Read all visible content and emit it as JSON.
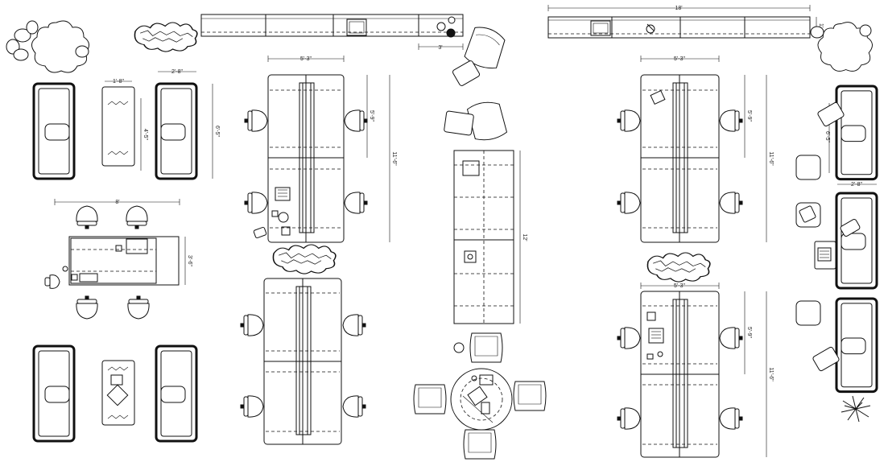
{
  "dimensions": {
    "top_counter_left": "3'",
    "top_counter_right": "18'",
    "right_counter_depth": "1'-4\"",
    "desk_a_width": "5'-3\"",
    "desk_a_pair": "5'-9\"",
    "desk_a_total": "11'-6\"",
    "desk_b_width": "5'-3\"",
    "desk_b_pair": "5'-9\"",
    "desk_b_total": "11'-6\"",
    "desk_c_width": "5'-3\"",
    "desk_c_pair": "5'-9\"",
    "desk_c_total": "11'-6\"",
    "sofa_width": "2'-8\"",
    "sofa_length": "6'-5\"",
    "coffee_table_width": "1'-8\"",
    "coffee_table_length": "4'-5\"",
    "conf_table_width": "8'",
    "conf_table_depth": "3'-6\"",
    "long_table_length": "12'",
    "right_sofa_length": "6'-5\"",
    "right_sofa_width": "2'-8\""
  },
  "icons": [
    "tree-plant-icon",
    "sofa-icon",
    "chair-icon",
    "desk-icon",
    "monitor-icon",
    "phone-icon",
    "planter-icon"
  ]
}
